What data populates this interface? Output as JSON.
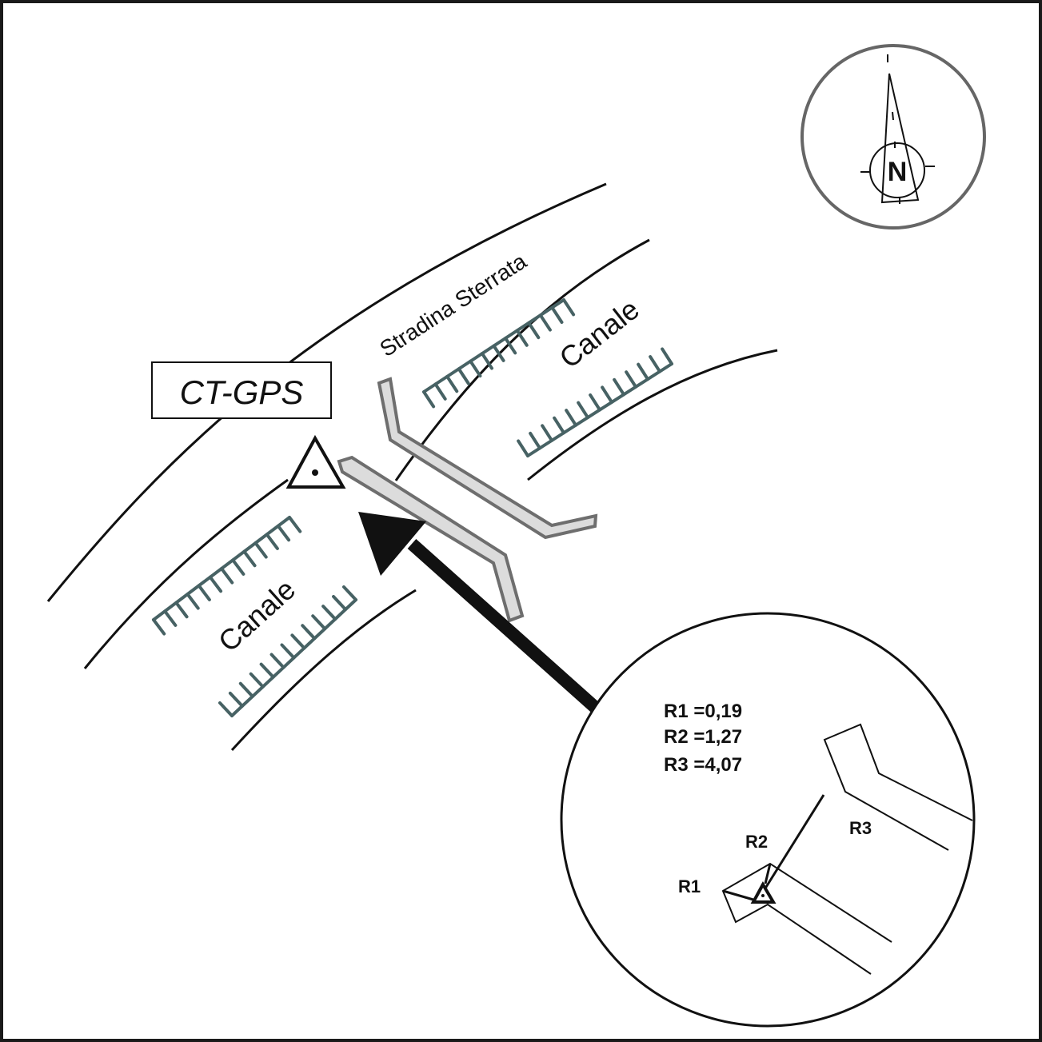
{
  "diagram": {
    "station_label": "CT-GPS",
    "road_label": "Stradina Sterrata",
    "canal_label_upper": "Canale",
    "canal_label_lower": "Canale",
    "compass": {
      "label": "N",
      "icon": "north-arrow-icon"
    },
    "inset": {
      "measurements": [
        {
          "name": "R1",
          "value": "0,19",
          "text": "R1 =0,19"
        },
        {
          "name": "R2",
          "value": "1,27",
          "text": "R2 =1,27"
        },
        {
          "name": "R3",
          "value": "4,07",
          "text": "R3 =4,07"
        }
      ],
      "point_labels": {
        "r1": "R1",
        "r2": "R2",
        "r3": "R3"
      }
    },
    "colors": {
      "outline": "#111111",
      "bridge_fill": "#dcdcdc",
      "bridge_stroke": "#6e6e6e",
      "canal_hatch": "#476264",
      "compass_ring": "#666666"
    }
  }
}
